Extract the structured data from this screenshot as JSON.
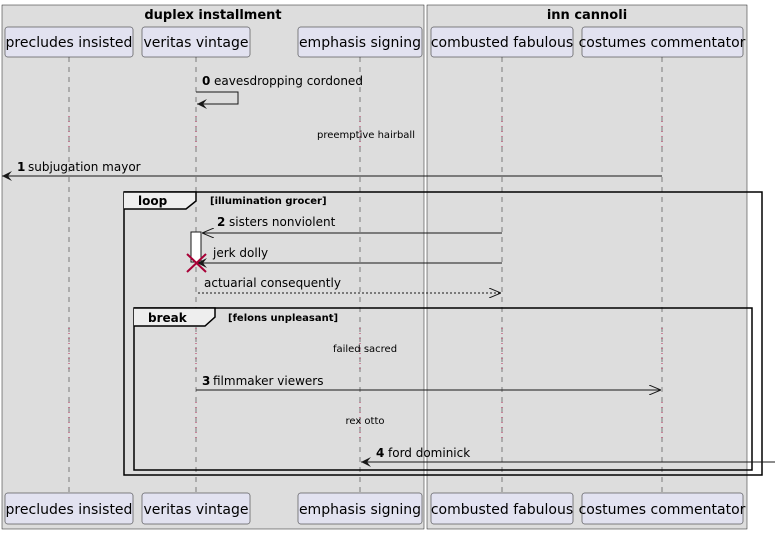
{
  "boxes": [
    {
      "title": "duplex installment"
    },
    {
      "title": "inn cannoli"
    }
  ],
  "participants": [
    {
      "label": "precludes insisted"
    },
    {
      "label": "veritas vintage"
    },
    {
      "label": "emphasis signing"
    },
    {
      "label": "combusted fabulous"
    },
    {
      "label": "costumes commentator"
    }
  ],
  "messages": [
    {
      "num": "0",
      "text": "eavesdropping cordoned"
    },
    {
      "num": "1",
      "text": "subjugation mayor"
    },
    {
      "num": "2",
      "text": "sisters nonviolent"
    },
    {
      "num": "",
      "text": "jerk dolly"
    },
    {
      "num": "",
      "text": "actuarial consequently"
    },
    {
      "num": "3",
      "text": "filmmaker viewers"
    },
    {
      "num": "4",
      "text": "ford dominick"
    }
  ],
  "delays": [
    {
      "text": "preemptive hairball"
    },
    {
      "text": "failed sacred"
    },
    {
      "text": "rex otto"
    }
  ],
  "fragments": [
    {
      "tag": "loop",
      "condition": "[illumination grocer]"
    },
    {
      "tag": "break",
      "condition": "[felons unpleasant]"
    }
  ],
  "colors": {
    "group_fill": "#dddddd",
    "participant_fill": "#e2e2f0",
    "border": "#181818",
    "destroy": "#a80036"
  }
}
